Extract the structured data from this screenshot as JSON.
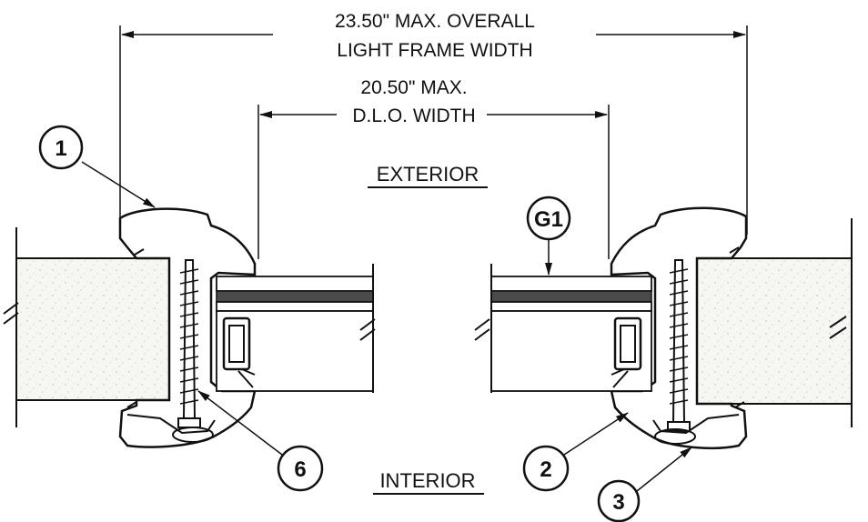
{
  "dimensions": {
    "overall_line1": "23.50\" MAX. OVERALL",
    "overall_line2": "LIGHT FRAME WIDTH",
    "dlo_line1": "20.50\" MAX.",
    "dlo_line2": "D.L.O. WIDTH"
  },
  "labels": {
    "exterior": "EXTERIOR",
    "interior": "INTERIOR"
  },
  "callouts": [
    "1",
    "G1",
    "6",
    "2",
    "3"
  ]
}
